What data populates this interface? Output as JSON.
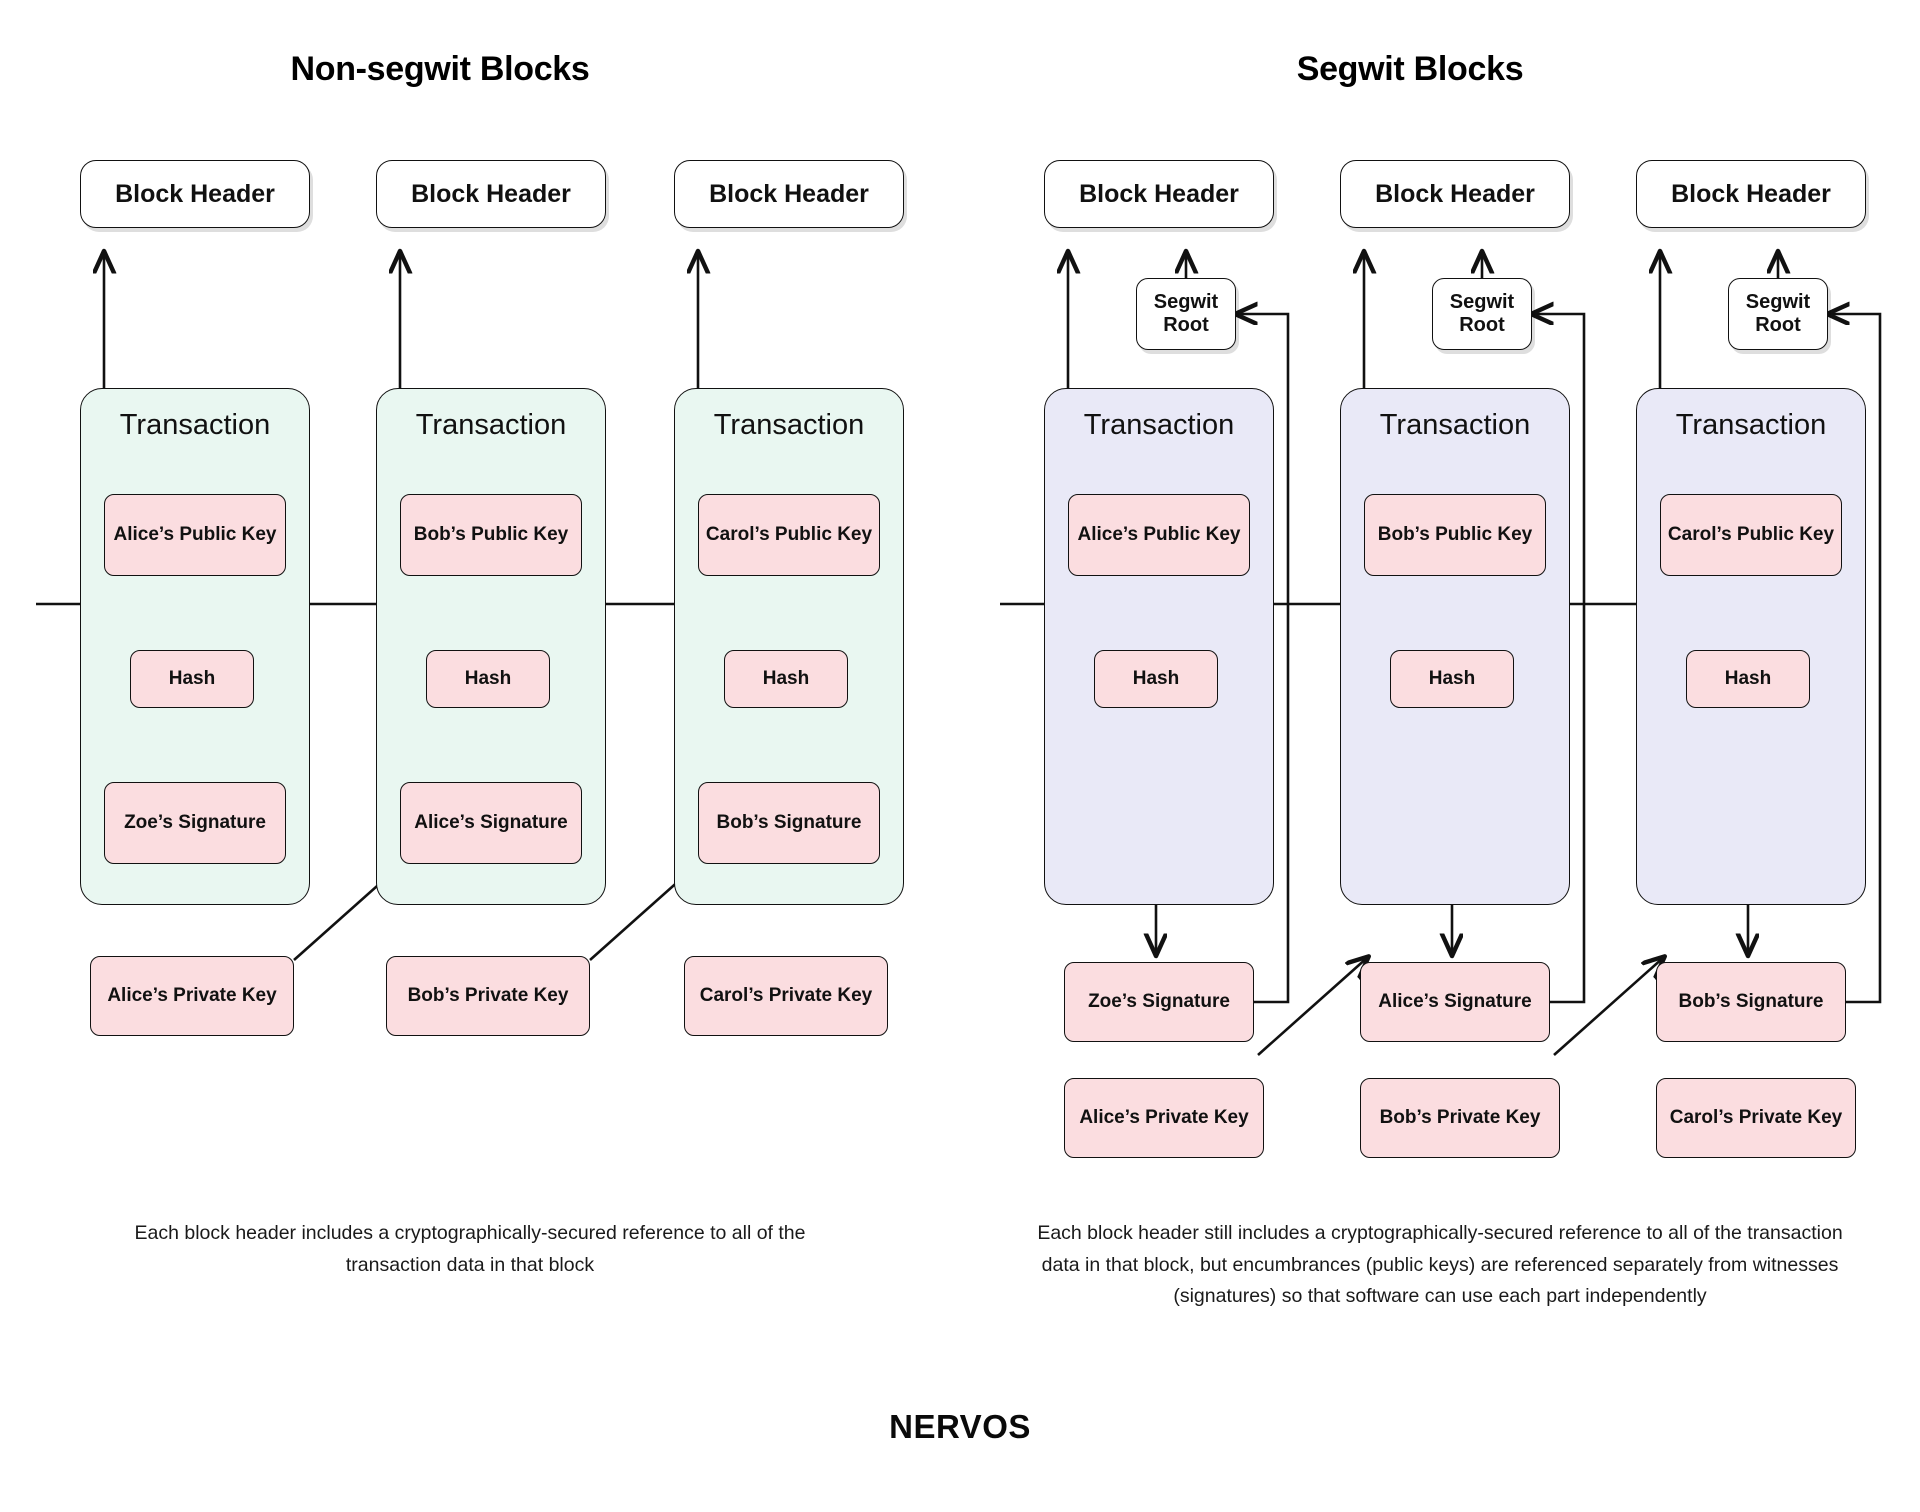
{
  "panels": [
    {
      "id": "non-segwit",
      "title": "Non-segwit Blocks",
      "caption": "Each block header includes a cryptographically-secured reference to all of the transaction data in that block",
      "transaction_label": "Transaction",
      "transaction_color": "#e9f7f1",
      "blocks": [
        {
          "header": "Block Header",
          "public_key": "Alice’s Public Key",
          "hash": "Hash",
          "signature": "Zoe’s Signature",
          "private_key": "Alice’s Private Key"
        },
        {
          "header": "Block Header",
          "public_key": "Bob’s Public Key",
          "hash": "Hash",
          "signature": "Alice’s Signature",
          "private_key": "Bob’s Private Key"
        },
        {
          "header": "Block Header",
          "public_key": "Carol’s Public Key",
          "hash": "Hash",
          "signature": "Bob’s Signature",
          "private_key": "Carol’s Private Key"
        }
      ]
    },
    {
      "id": "segwit",
      "title": "Segwit Blocks",
      "caption": "Each block header still includes a cryptographically-secured reference to all of the transaction data in that block, but encumbrances (public keys) are referenced separately from witnesses (signatures) so that software can use each part independently",
      "transaction_label": "Transaction",
      "transaction_color": "#e9e9f7",
      "segwit_root_label": "Segwit Root",
      "blocks": [
        {
          "header": "Block Header",
          "segwit_root": "Segwit Root",
          "public_key": "Alice’s Public Key",
          "hash": "Hash",
          "signature": "Zoe’s Signature",
          "private_key": "Alice’s Private Key"
        },
        {
          "header": "Block Header",
          "segwit_root": "Segwit Root",
          "public_key": "Bob’s Public Key",
          "hash": "Hash",
          "signature": "Alice’s Signature",
          "private_key": "Bob’s Private Key"
        },
        {
          "header": "Block Header",
          "segwit_root": "Segwit Root",
          "public_key": "Carol’s Public Key",
          "hash": "Hash",
          "signature": "Bob’s Signature",
          "private_key": "Carol’s Private Key"
        }
      ]
    }
  ],
  "brand": "NERVOS",
  "colors": {
    "pink_fill": "#fbdde0",
    "green_fill": "#e9f7f1",
    "purple_fill": "#e9e9f7",
    "stroke": "#111111",
    "background": "#ffffff"
  }
}
